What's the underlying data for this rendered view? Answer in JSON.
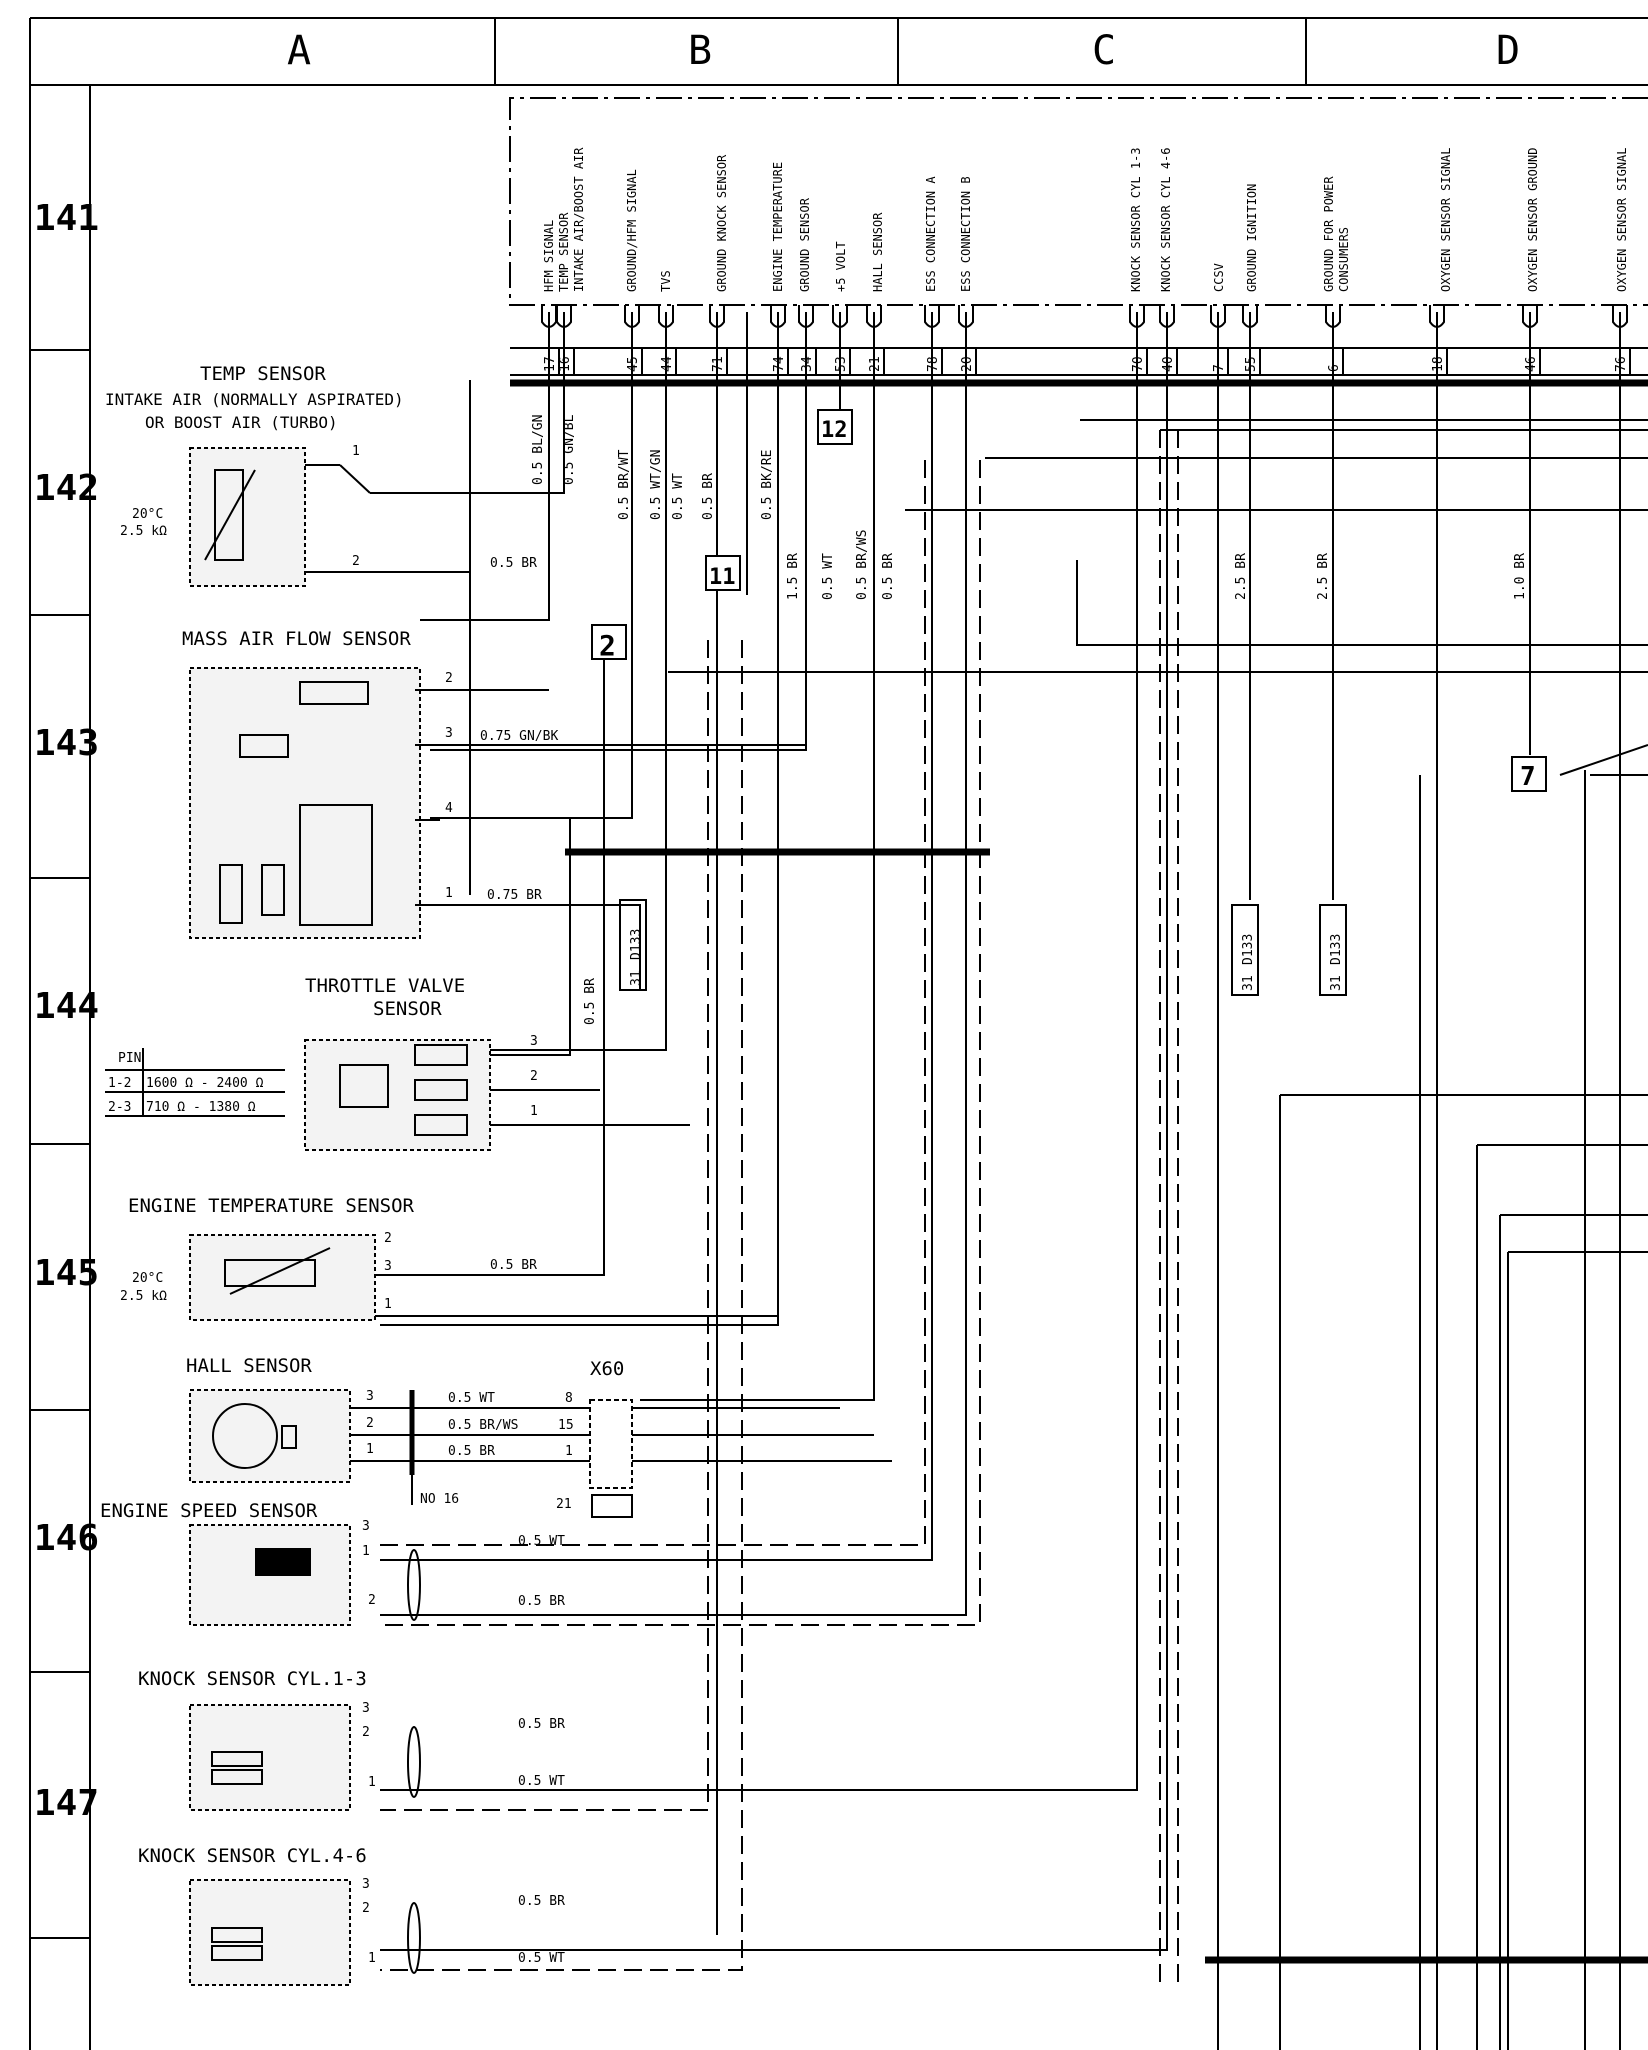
{
  "columns": [
    "A",
    "B",
    "C",
    "D"
  ],
  "rows": [
    "141",
    "142",
    "143",
    "144",
    "145",
    "146",
    "147"
  ],
  "ecu_signals": [
    "HFM SIGNAL",
    "TEMP SENSOR",
    "INTAKE AIR/BOOST AIR",
    "GROUND/HFM SIGNAL",
    "TVS",
    "GROUND KNOCK SENSOR",
    "ENGINE TEMPERATURE",
    "GROUND SENSOR",
    "+5 VOLT",
    "HALL SENSOR",
    "ESS CONNECTION A",
    "ESS CONNECTION B",
    "KNOCK SENSOR CYL 1-3",
    "KNOCK SENSOR CYL 4-6",
    "CCSV",
    "GROUND IGNITION",
    "GROUND FOR POWER",
    "CONSUMERS",
    "OXYGEN SENSOR SIGNAL",
    "OXYGEN SENSOR GROUND",
    "OXYGEN SENSOR SIGNAL"
  ],
  "ecu_pins": [
    "17",
    "16",
    "45",
    "44",
    "71",
    "74",
    "34",
    "53",
    "21",
    "78",
    "20",
    "70",
    "40",
    "7",
    "55",
    "6",
    "18",
    "46",
    "76"
  ],
  "components": {
    "temp_sensor": [
      "TEMP SENSOR",
      "INTAKE AIR (NORMALLY ASPIRATED)",
      "OR BOOST AIR (TURBO)"
    ],
    "temp_rating": [
      "20°C",
      "2.5 kΩ"
    ],
    "maf": "MASS AIR FLOW SENSOR",
    "throttle": [
      "THROTTLE VALVE",
      "SENSOR"
    ],
    "engine_temp": "ENGINE TEMPERATURE SENSOR",
    "engine_temp_rating": [
      "20°C",
      "2.5 kΩ"
    ],
    "hall": "HALL SENSOR",
    "engine_speed": "ENGINE SPEED SENSOR",
    "knock13": "KNOCK SENSOR CYL.1-3",
    "knock46": "KNOCK SENSOR CYL.4-6",
    "connector": "X60",
    "no16": "NO 16"
  },
  "pin_table": {
    "header": "PIN",
    "rows": [
      [
        "1-2",
        "1600 Ω - 2400 Ω"
      ],
      [
        "2-3",
        "710 Ω - 1380 Ω"
      ]
    ]
  },
  "wires": {
    "bl_gn": "0.5 BL/GN",
    "gn_bl": "0.5 GN/BL",
    "br_wt": "0.5 BR/WT",
    "wt_gn": "0.5 WT/GN",
    "wt": "0.5 WT",
    "br": "0.5 BR",
    "bk_re": "0.5 BK/RE",
    "br15": "1.5 BR",
    "br_ws": "0.5 BR/WS",
    "br25a": "2.5 BR",
    "br25b": "2.5 BR",
    "br10": "1.0 BR",
    "maf_br": "0.5 BR",
    "maf_gnbk": "0.75 GN/BK",
    "maf_br75": "0.75 BR",
    "thr_br": "0.5 BR",
    "et_br": "0.5  BR",
    "hall_wt": "0.5 WT",
    "hall_brws": "0.5 BR/WS",
    "hall_br": "0.5 BR",
    "ess_wt": "0.5 WT",
    "ess_br": "0.5 BR",
    "k13_br": "0.5 BR",
    "k13_wt": "0.5 WT",
    "k46_br": "0.5 BR",
    "k46_wt": "0.5 WT"
  },
  "x60_pins": [
    "8",
    "15",
    "1",
    "21"
  ],
  "junctions": [
    "2",
    "11",
    "12",
    "7"
  ],
  "grounds": [
    [
      "31",
      "D133"
    ],
    [
      "31",
      "D133"
    ],
    [
      "31",
      "D133"
    ]
  ]
}
